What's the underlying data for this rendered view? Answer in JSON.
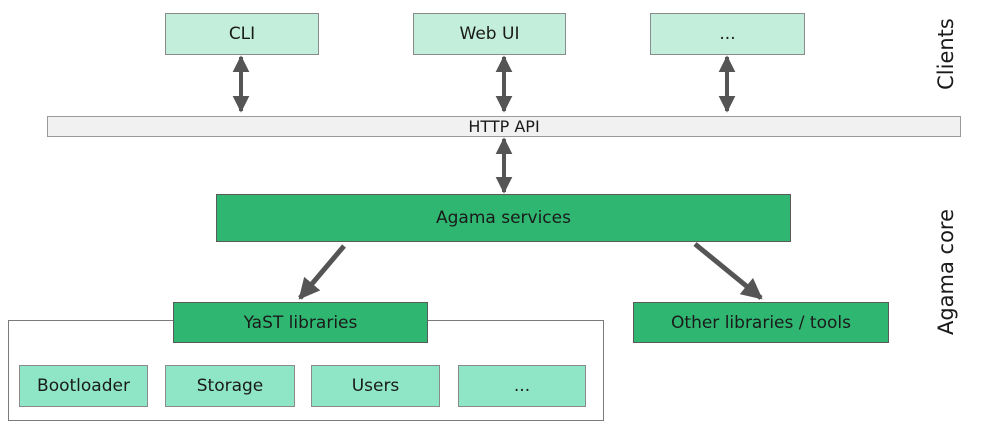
{
  "layers": {
    "clients_label": "Clients",
    "core_label": "Agama core"
  },
  "clients": [
    "CLI",
    "Web UI",
    "..."
  ],
  "api": {
    "label": "HTTP API"
  },
  "core": {
    "services_label": "Agama services",
    "yast_label": "YaST libraries",
    "other_label": "Other libraries / tools"
  },
  "yast_modules": [
    "Bootloader",
    "Storage",
    "Users",
    "..."
  ],
  "colors": {
    "client_fill": "#c3eedb",
    "core_fill": "#2fb771",
    "module_fill": "#8ee6c6",
    "api_fill": "#f1f1f1",
    "arrow": "#555555"
  }
}
